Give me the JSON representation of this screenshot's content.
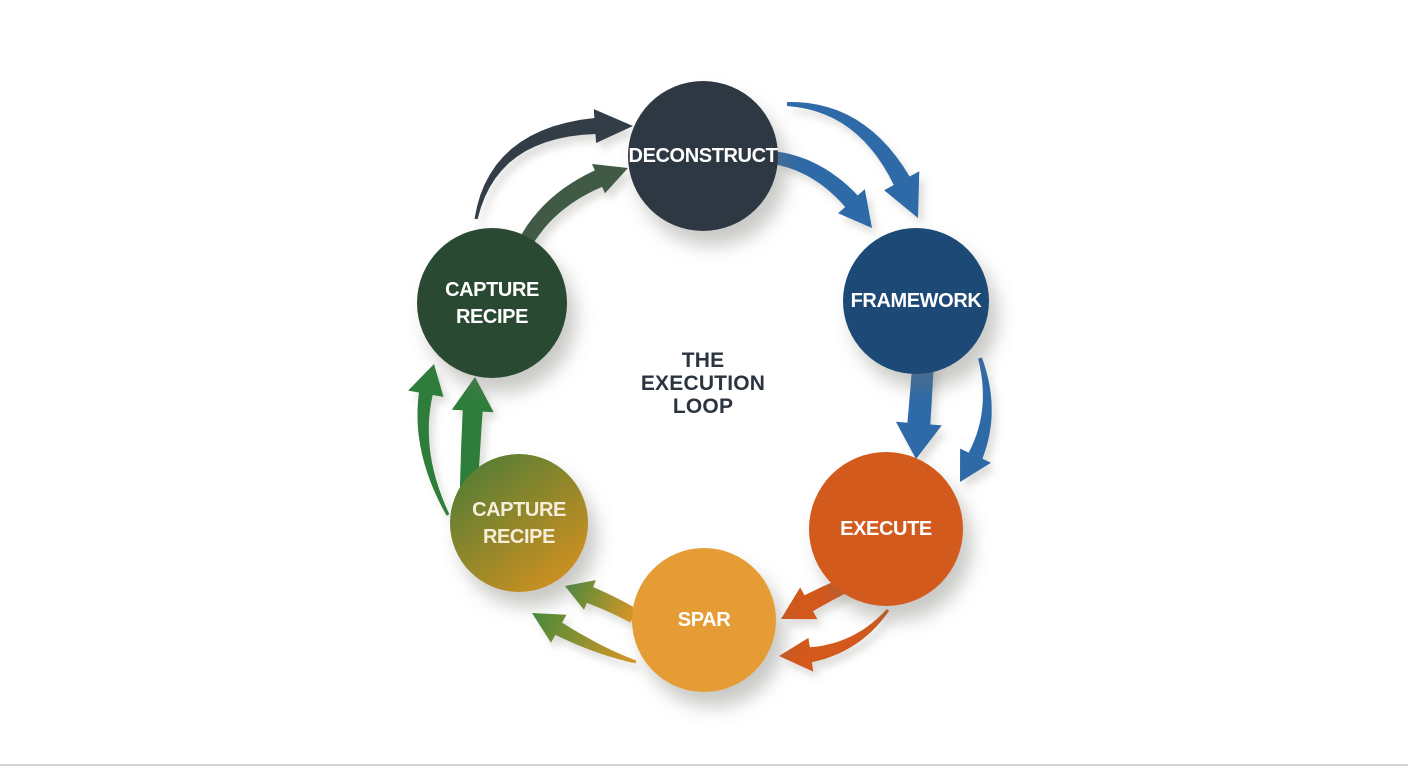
{
  "title": {
    "lines": [
      "THE",
      "EXECUTION",
      "LOOP"
    ]
  },
  "nodes": {
    "deconstruct": {
      "label": "DECONSTRUCT",
      "color": "#2e3943"
    },
    "framework": {
      "label": "FRAMEWORK",
      "color": "#1e4a74"
    },
    "execute": {
      "label": "EXECUTE",
      "color": "#d15a1d"
    },
    "spar": {
      "label": "SPAR",
      "color": "#e59c34"
    },
    "capture_recipe_bottom": {
      "label_line1": "CAPTURE",
      "label_line2": "RECIPE",
      "color_start": "#4d7c36",
      "color_end": "#d9921f",
      "text_color": "#f7eeda"
    },
    "capture_recipe_top": {
      "label_line1": "CAPTURE",
      "label_line2": "RECIPE",
      "color": "#2c4a33"
    }
  },
  "colors": {
    "background": "#ffffff",
    "node_text": "#ffffff",
    "title_text": "#2b3540",
    "arrow_slate": "#313d47",
    "arrow_dark_green": "#3f5a44",
    "arrow_blue": "#2e6ba7",
    "arrow_orange": "#d2581a",
    "arrow_green": "#2e7d3b",
    "arrow_gradient_start": "#dd9626",
    "arrow_gradient_end": "#3f8a3c",
    "bottom_edge": "#a9a7a2"
  }
}
